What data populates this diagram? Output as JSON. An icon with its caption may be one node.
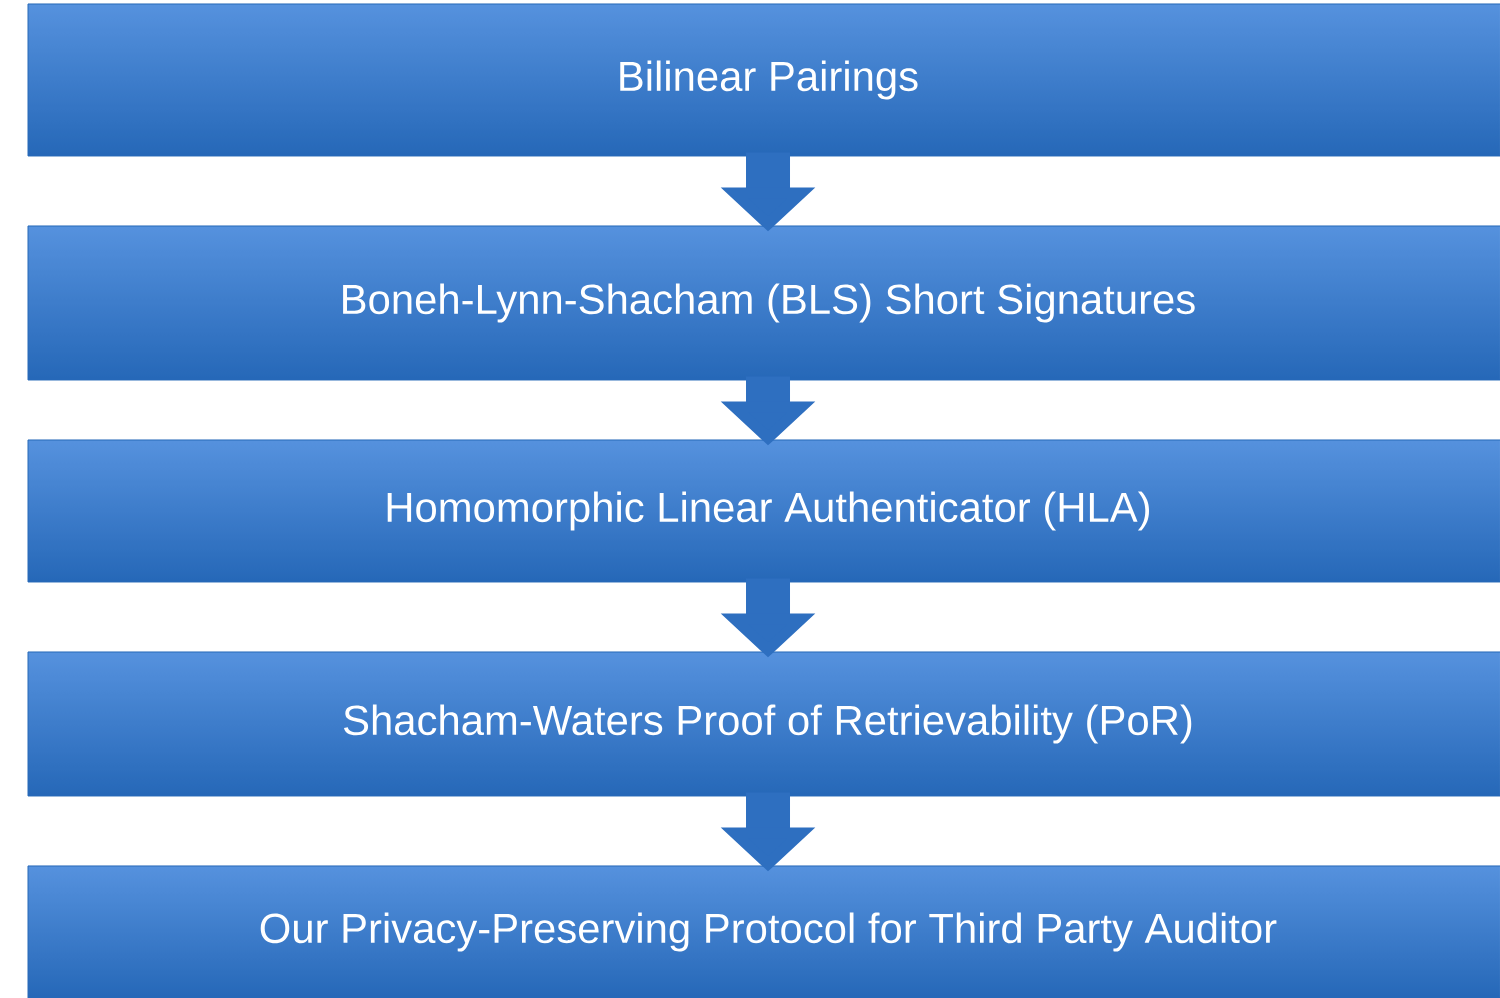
{
  "diagram": {
    "nodes": [
      {
        "text": [
          "Bilinear Pairings"
        ]
      },
      {
        "text": [
          "Boneh-Lynn-Shacham (BLS) Short Signatures"
        ]
      },
      {
        "text": [
          "Homomorphic Linear Authenticator (HLA)"
        ]
      },
      {
        "text": [
          "Shacham-Waters Proof of Retrievability (PoR)"
        ]
      },
      {
        "text": [
          "Our Privacy-Preserving Protocol for Third Party Auditor"
        ]
      }
    ],
    "edges": [
      {
        "from": 0,
        "to": 1,
        "arrow": "to"
      },
      {
        "from": 1,
        "to": 2,
        "arrow": "to"
      },
      {
        "from": 2,
        "to": 3,
        "arrow": "to"
      },
      {
        "from": 3,
        "to": 4,
        "arrow": "to"
      }
    ]
  }
}
